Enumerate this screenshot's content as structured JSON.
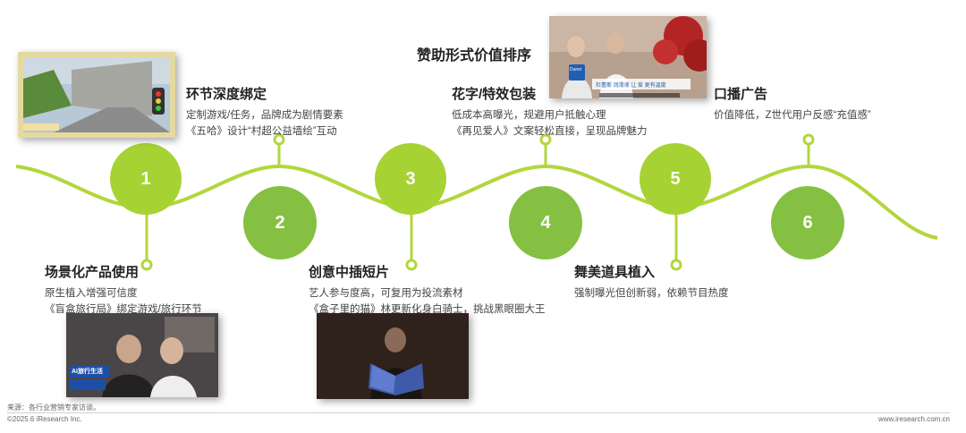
{
  "header": {
    "title": "赞助形式价值排序"
  },
  "steps": [
    {
      "num": "1",
      "title": "场景化产品使用",
      "lines": [
        "原生植入增强可信度",
        "《盲盒旅行局》绑定游戏/旅行环节"
      ]
    },
    {
      "num": "2",
      "title": "环节深度绑定",
      "lines": [
        "定制游戏/任务，品牌成为剧情要素",
        "《五哈》设计“村超公益墙绘”互动"
      ]
    },
    {
      "num": "3",
      "title": "创意中插短片",
      "lines": [
        "艺人参与度高，可复用为投流素材",
        "《盒子里的猫》林更新化身白骑士，挑战黑眼圈大王"
      ]
    },
    {
      "num": "4",
      "title": "花字/特效包装",
      "lines": [
        "低成本高曝光，规避用户抵触心理",
        "《再见爱人》文案轻松直接，呈现品牌魅力"
      ]
    },
    {
      "num": "5",
      "title": "舞美道具植入",
      "lines": [
        "强制曝光但创新弱，依赖节目热度"
      ]
    },
    {
      "num": "6",
      "title": "口播广告",
      "lines": [
        "价值降低，Z世代用户反感“充值感”"
      ]
    }
  ],
  "photo_captions": {
    "photo1": "AI旅行生活",
    "photo3_brand": "Durex",
    "photo3_caption": "杜蕾斯 润滑液 让 爱 更有温度"
  },
  "footer": {
    "source": "来源：各行业营销专家访谈。",
    "copyright": "©2025.6 iResearch Inc.",
    "url": "www.iresearch.com.cn"
  },
  "colors": {
    "light_green": "#a6d234",
    "mid_green": "#86c043",
    "wave": "#b3d63c"
  }
}
